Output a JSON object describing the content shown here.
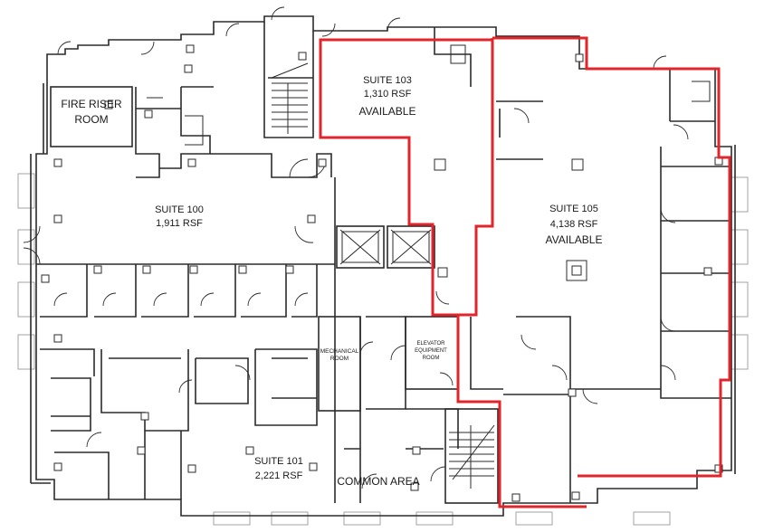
{
  "rooms": {
    "fire_riser": {
      "line1": "FIRE RISER",
      "line2": "ROOM"
    },
    "suite_100": {
      "name": "SUITE 100",
      "area": "1,911 RSF"
    },
    "suite_101": {
      "name": "SUITE 101",
      "area": "2,221 RSF"
    },
    "suite_103": {
      "name": "SUITE 103",
      "area": "1,310 RSF",
      "status": "AVAILABLE"
    },
    "suite_105": {
      "name": "SUITE 105",
      "area": "4,138 RSF",
      "status": "AVAILABLE"
    },
    "mechanical": {
      "line1": "MECHANICAL",
      "line2": "ROOM"
    },
    "elevator_equipment": {
      "line1": "ELEVATOR",
      "line2": "EQUIPMENT",
      "line3": "ROOM"
    },
    "common_area": {
      "name": "COMMON AREA"
    }
  },
  "colors": {
    "available_outline": "#e0262b",
    "walls": "#2b2b2b"
  }
}
